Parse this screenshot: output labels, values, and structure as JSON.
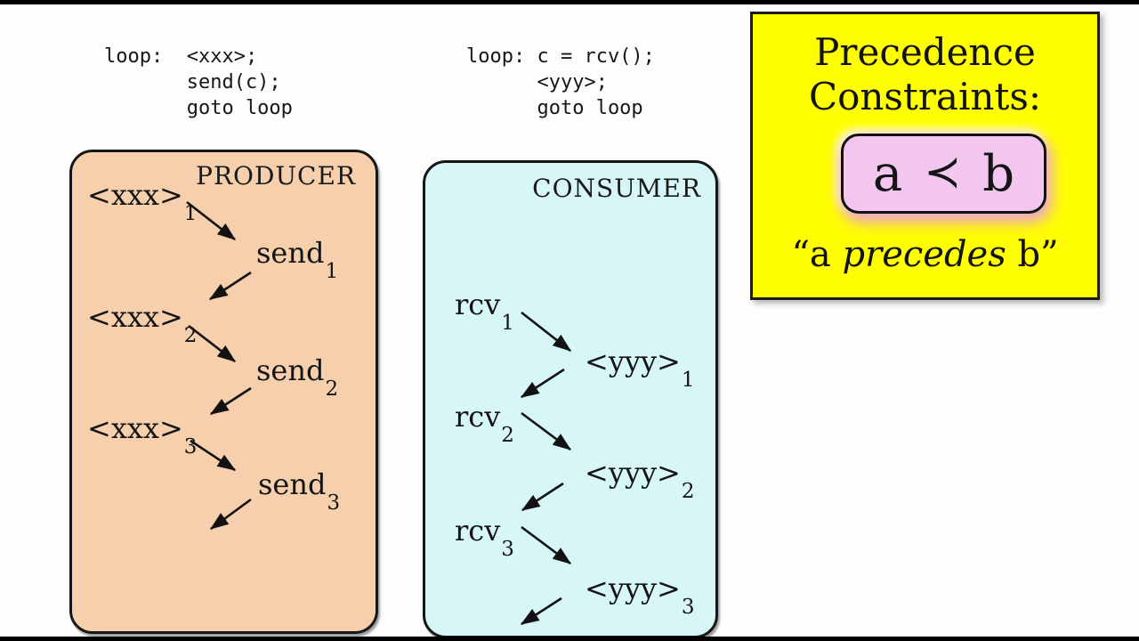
{
  "colors": {
    "background": "#fdfdfd",
    "letterbox": "#000000",
    "producer_box": "#f6cfac",
    "consumer_box": "#d7f6f7",
    "precedence_panel": "#ffff00",
    "relation_box": "#f2c6ef",
    "text": "#111111"
  },
  "producer_code": {
    "lines": [
      "loop:  <xxx>;",
      "       send(c);",
      "       goto loop"
    ]
  },
  "consumer_code": {
    "lines": [
      "loop: c = rcv();",
      "      <yyy>;",
      "      goto loop"
    ]
  },
  "producer": {
    "title": "PRODUCER",
    "nodes": [
      {
        "base": "<xxx>",
        "sub": "1"
      },
      {
        "base": "send",
        "sub": "1"
      },
      {
        "base": "<xxx>",
        "sub": "2"
      },
      {
        "base": "send",
        "sub": "2"
      },
      {
        "base": "<xxx>",
        "sub": "3"
      },
      {
        "base": "send",
        "sub": "3"
      }
    ]
  },
  "consumer": {
    "title": "CONSUMER",
    "nodes": [
      {
        "base": "rcv",
        "sub": "1"
      },
      {
        "base": "<yyy>",
        "sub": "1"
      },
      {
        "base": "rcv",
        "sub": "2"
      },
      {
        "base": "<yyy>",
        "sub": "2"
      },
      {
        "base": "rcv",
        "sub": "3"
      },
      {
        "base": "<yyy>",
        "sub": "3"
      }
    ]
  },
  "precedence_panel": {
    "title_line1": "Precedence",
    "title_line2": "Constraints:",
    "relation": {
      "left": "a",
      "operator": "≺",
      "right": "b"
    },
    "caption": {
      "prefix": "“a ",
      "italic": "precedes",
      "suffix": " b”"
    }
  }
}
